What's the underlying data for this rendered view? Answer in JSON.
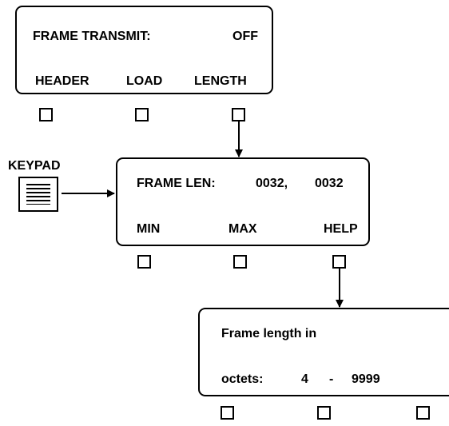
{
  "screen1": {
    "title": "FRAME TRANSMIT:",
    "status": "OFF",
    "softkeys": [
      "HEADER",
      "LOAD",
      "LENGTH"
    ]
  },
  "keypad_label": "KEYPAD",
  "screen2": {
    "title": "FRAME LEN:",
    "value1": "0032,",
    "value2": "0032",
    "softkeys": [
      "MIN",
      "MAX",
      "HELP"
    ]
  },
  "screen3": {
    "line1": "Frame length in",
    "line2_label": "octets:",
    "range_min": "4",
    "range_sep": "-",
    "range_max": "9999"
  }
}
